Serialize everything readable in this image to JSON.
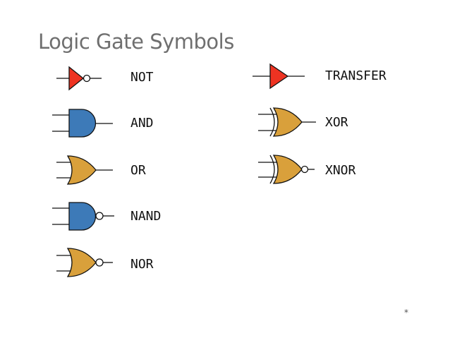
{
  "title": "Logic Gate Symbols",
  "colors": {
    "not_fill": "#ee3322",
    "and_fill": "#3d7ab8",
    "or_fill": "#d9a03b",
    "stroke": "#111111"
  },
  "gates": [
    {
      "id": "not",
      "label": "NOT",
      "icon": "not-gate-icon"
    },
    {
      "id": "and",
      "label": "AND",
      "icon": "and-gate-icon"
    },
    {
      "id": "or",
      "label": "OR",
      "icon": "or-gate-icon"
    },
    {
      "id": "nand",
      "label": "NAND",
      "icon": "nand-gate-icon"
    },
    {
      "id": "nor",
      "label": "NOR",
      "icon": "nor-gate-icon"
    },
    {
      "id": "transfer",
      "label": "TRANSFER",
      "icon": "transfer-gate-icon"
    },
    {
      "id": "xor",
      "label": "XOR",
      "icon": "xor-gate-icon"
    },
    {
      "id": "xnor",
      "label": "XNOR",
      "icon": "xnor-gate-icon"
    }
  ],
  "footnote": "*"
}
